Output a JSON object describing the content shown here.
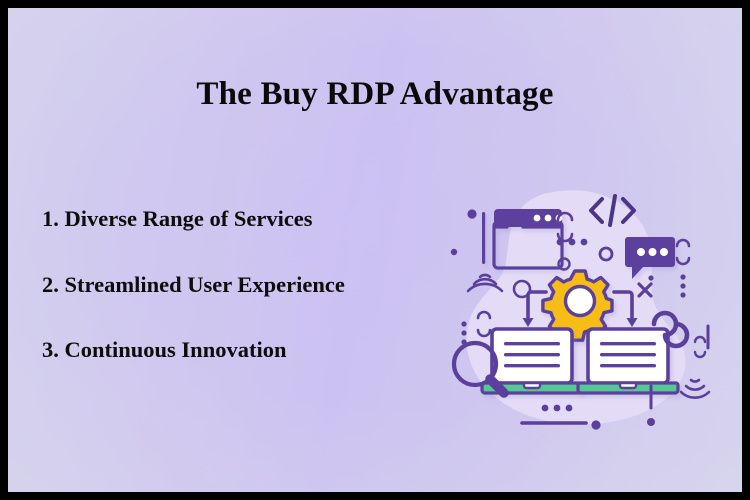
{
  "slide": {
    "title": "The Buy RDP Advantage",
    "background_colors": {
      "edge": "#e8e9f3",
      "center": "#ddd5f7",
      "border": "#000000"
    },
    "bullets": [
      {
        "number": "1.",
        "label": "Diverse Range of Services",
        "text": "1. Diverse Range of Services"
      },
      {
        "number": "2.",
        "label": "Streamlined User Experience",
        "text": "2. Streamlined User Experience"
      },
      {
        "number": "3.",
        "label": "Continuous Innovation",
        "text": "3. Continuous Innovation"
      }
    ],
    "illustration": {
      "colors": {
        "purple": "#5b3f9d",
        "purple_dark": "#4c3489",
        "purple_light": "#d8cef2",
        "blob": "#e4dcf7",
        "gear_yellow": "#f5bd16",
        "green": "#55c894",
        "white": "#ffffff"
      },
      "icons": [
        "browser-window-icon",
        "gear-icon",
        "laptop-icon",
        "laptop-icon",
        "chat-bubble-icon",
        "code-tag-icon",
        "magnifier-icon",
        "infinity-icon",
        "close-x-icon",
        "wifi-signal-icon",
        "wifi-signal-icon",
        "dashed-circle-icon",
        "dashed-diamond-icon",
        "dashed-diamond-icon",
        "arrow-down-left-icon",
        "arrow-down-right-icon",
        "dot-decoration",
        "line-decoration"
      ]
    }
  }
}
